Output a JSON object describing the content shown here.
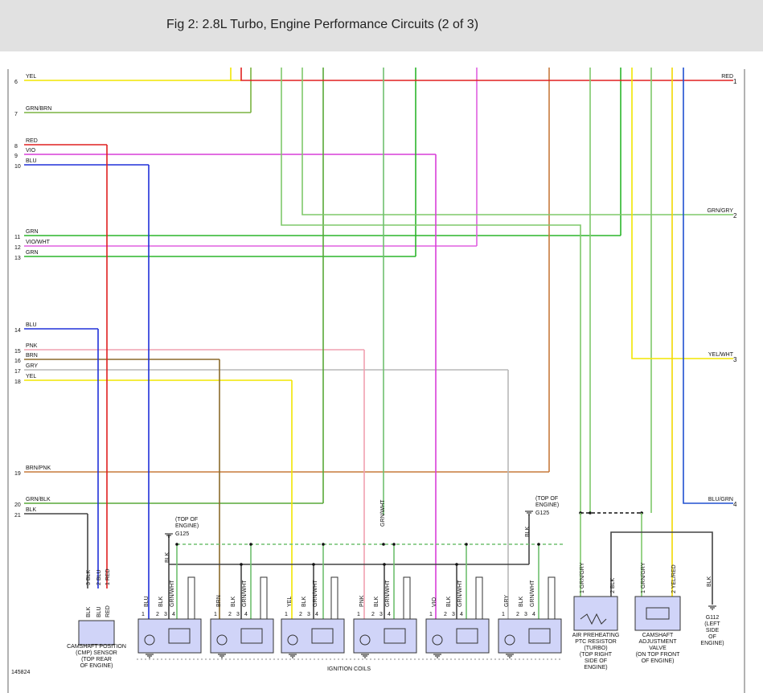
{
  "header": {
    "title": "Fig 2: 2.8L Turbo, Engine Performance Circuits (2 of 3)"
  },
  "colors": {
    "YEL": "#f2e600",
    "RED": "#e02020",
    "GRN": "#2bb52b",
    "GRN/BRN": "#7ab340",
    "VIO": "#d93fd9",
    "BLU": "#2030d8",
    "GRN/GRY": "#7fc86a",
    "VIO/WHT": "#e060e0",
    "PNK": "#f0a0b0",
    "BRN": "#8b6a2a",
    "GRY": "#b8b8b8",
    "BRN/PNK": "#c77a3c",
    "GRN/BLK": "#58a838",
    "BLK": "#444444",
    "GRN/WHT": "#70c070",
    "YEL/WHT": "#f2e600",
    "BLU/GRN": "#2050d0",
    "YEL/RED": "#f2d800",
    "module": "#d0d4f8"
  },
  "left_wires": [
    {
      "n": "6",
      "c": "YEL"
    },
    {
      "n": "7",
      "c": "GRN/BRN"
    },
    {
      "n": "8",
      "c": "RED"
    },
    {
      "n": "9",
      "c": "VIO"
    },
    {
      "n": "10",
      "c": "BLU"
    },
    {
      "n": "11",
      "c": "GRN"
    },
    {
      "n": "12",
      "c": "VIO/WHT"
    },
    {
      "n": "13",
      "c": "GRN"
    },
    {
      "n": "14",
      "c": "BLU"
    },
    {
      "n": "15",
      "c": "PNK"
    },
    {
      "n": "16",
      "c": "BRN"
    },
    {
      "n": "17",
      "c": "GRY"
    },
    {
      "n": "18",
      "c": "YEL"
    },
    {
      "n": "19",
      "c": "BRN/PNK"
    },
    {
      "n": "20",
      "c": "GRN/BLK"
    },
    {
      "n": "21",
      "c": "BLK"
    }
  ],
  "right_wires": [
    {
      "n": "1",
      "c": "RED"
    },
    {
      "n": "2",
      "c": "GRN/GRY"
    },
    {
      "n": "3",
      "c": "YEL/WHT"
    },
    {
      "n": "4",
      "c": "BLU/GRN"
    }
  ],
  "ground_labels": {
    "g125_a": [
      "(TOP OF",
      "ENGINE)",
      "G125"
    ],
    "g125_b": [
      "(TOP OF",
      "ENGINE)",
      "G125"
    ],
    "g112": [
      "G112",
      "(LEFT",
      "SIDE",
      "OF",
      "ENGINE)"
    ]
  },
  "cmp_sensor": {
    "pins": [
      "3",
      "2",
      "1"
    ],
    "wires": [
      "BLK",
      "BLU",
      "RED"
    ],
    "label": [
      "CAMSHAFT POSITION",
      "(CMP) SENSOR",
      "(TOP REAR",
      "OF ENGINE)"
    ]
  },
  "coils": [
    {
      "wires": [
        "BLU",
        "BLK",
        "GRN/WHT"
      ]
    },
    {
      "wires": [
        "BRN",
        "BLK",
        "GRN/WHT"
      ]
    },
    {
      "wires": [
        "YEL",
        "BLK",
        "GRN/WHT"
      ]
    },
    {
      "wires": [
        "PNK",
        "BLK",
        "GRN/WHT"
      ]
    },
    {
      "wires": [
        "VIO",
        "BLK",
        "GRN/WHT"
      ]
    },
    {
      "wires": [
        "GRY",
        "BLK",
        "GRN/WHT"
      ]
    }
  ],
  "coil_pins": [
    "1",
    "2",
    "3",
    "4"
  ],
  "coils_label": "IGNITION COILS",
  "grnwht_label": "GRN/WHT",
  "blk_label": "BLK",
  "air_resistor": {
    "pins": [
      "1",
      "2"
    ],
    "wires": [
      "GRN/GRY",
      "BLK"
    ],
    "label": [
      "AIR PREHEATING",
      "PTC RESISTOR",
      "(TURBO)",
      "(TOP RIGHT",
      "SIDE OF",
      "ENGINE)"
    ]
  },
  "cam_valve": {
    "pins": [
      "1",
      "2"
    ],
    "wires": [
      "GRN/GRY",
      "YEL/RED"
    ],
    "label": [
      "CAMSHAFT",
      "ADJUSTMENT",
      "VALVE",
      "(ON TOP FRONT",
      "OF ENGINE)"
    ]
  },
  "figure_id": "145824"
}
